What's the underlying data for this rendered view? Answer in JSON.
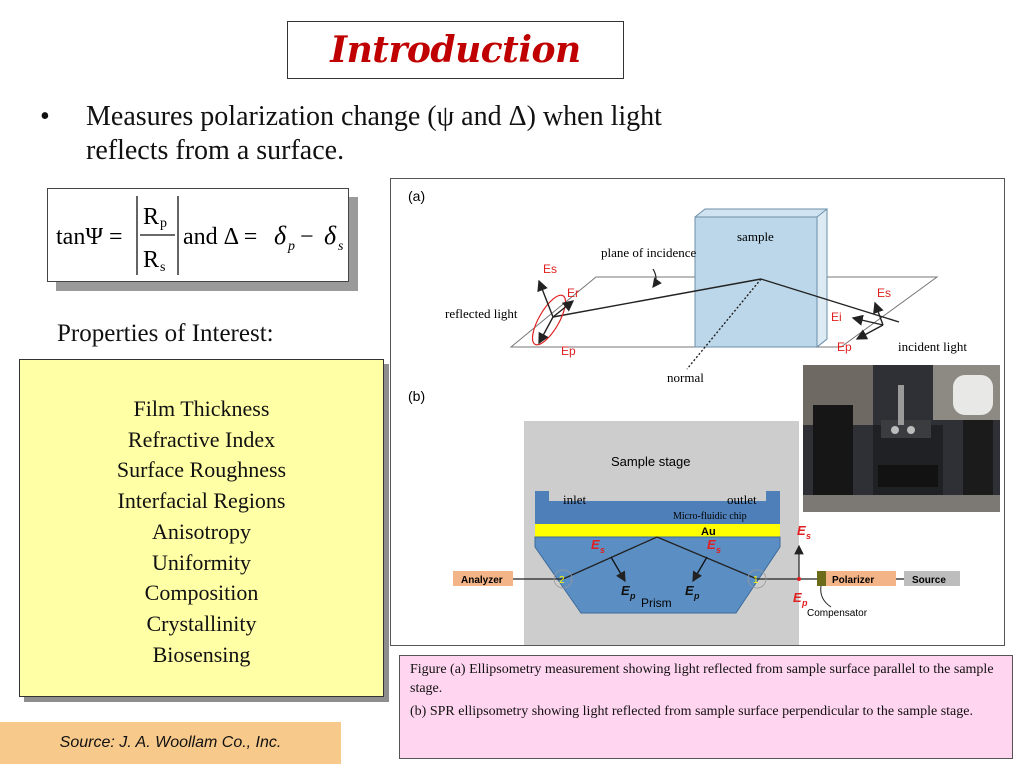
{
  "slide": {
    "title": "Introduction",
    "bullet": "Measures polarization change (ψ and Δ) when light reflects from a surface.",
    "formula": {
      "lhs": "tanΨ =",
      "numerator": "R",
      "numerator_sub": "p",
      "denominator": "R",
      "denominator_sub": "s",
      "connector": "and Δ = ",
      "delta": "δ",
      "sub_p": "p",
      "minus": " − ",
      "sub_s": "s"
    },
    "properties_heading": "Properties of Interest:",
    "properties": [
      "Film Thickness",
      "Refractive Index",
      "Surface Roughness",
      "Interfacial Regions",
      "Anisotropy",
      "Uniformity",
      "Composition",
      "Crystallinity",
      "Biosensing"
    ],
    "source": "Source: J. A. Woollam Co., Inc."
  },
  "figure": {
    "panel_a": {
      "tag": "(a)",
      "sample": "sample",
      "plane": "plane of incidence",
      "reflected": "reflected light",
      "incident": "incident light",
      "normal": "normal",
      "es": "Es",
      "er": "Er",
      "ep": "Ep",
      "ei": "Ei",
      "es_in": "Es",
      "ep_in": "Ep"
    },
    "panel_b": {
      "tag": "(b)",
      "stage": "Sample stage",
      "inlet": "inlet",
      "outlet": "outlet",
      "chip": "Micro-fluidic  chip",
      "gold": "Au",
      "prism": "Prism",
      "analyzer": "Analyzer",
      "polarizer": "Polarizer",
      "source": "Source",
      "compensator": "Compensator",
      "e_s": "E",
      "e_p": "E",
      "sub_s": "s",
      "sub_p": "p",
      "n1": "1",
      "n2": "2"
    },
    "caption_1": "Figure (a) Ellipsometry measurement showing light reflected from sample surface parallel to the sample stage.",
    "caption_2": "(b) SPR ellipsometry showing light reflected from sample surface perpendicular to the sample stage."
  },
  "colors": {
    "title": "#c00000",
    "properties_fill": "#ffffa6",
    "source_fill": "#f7c98b",
    "caption_fill": "#ffd5f0",
    "field_red": "#e02020",
    "gold_layer": "#ffff00",
    "prism_blue": "#5b8fc4"
  }
}
